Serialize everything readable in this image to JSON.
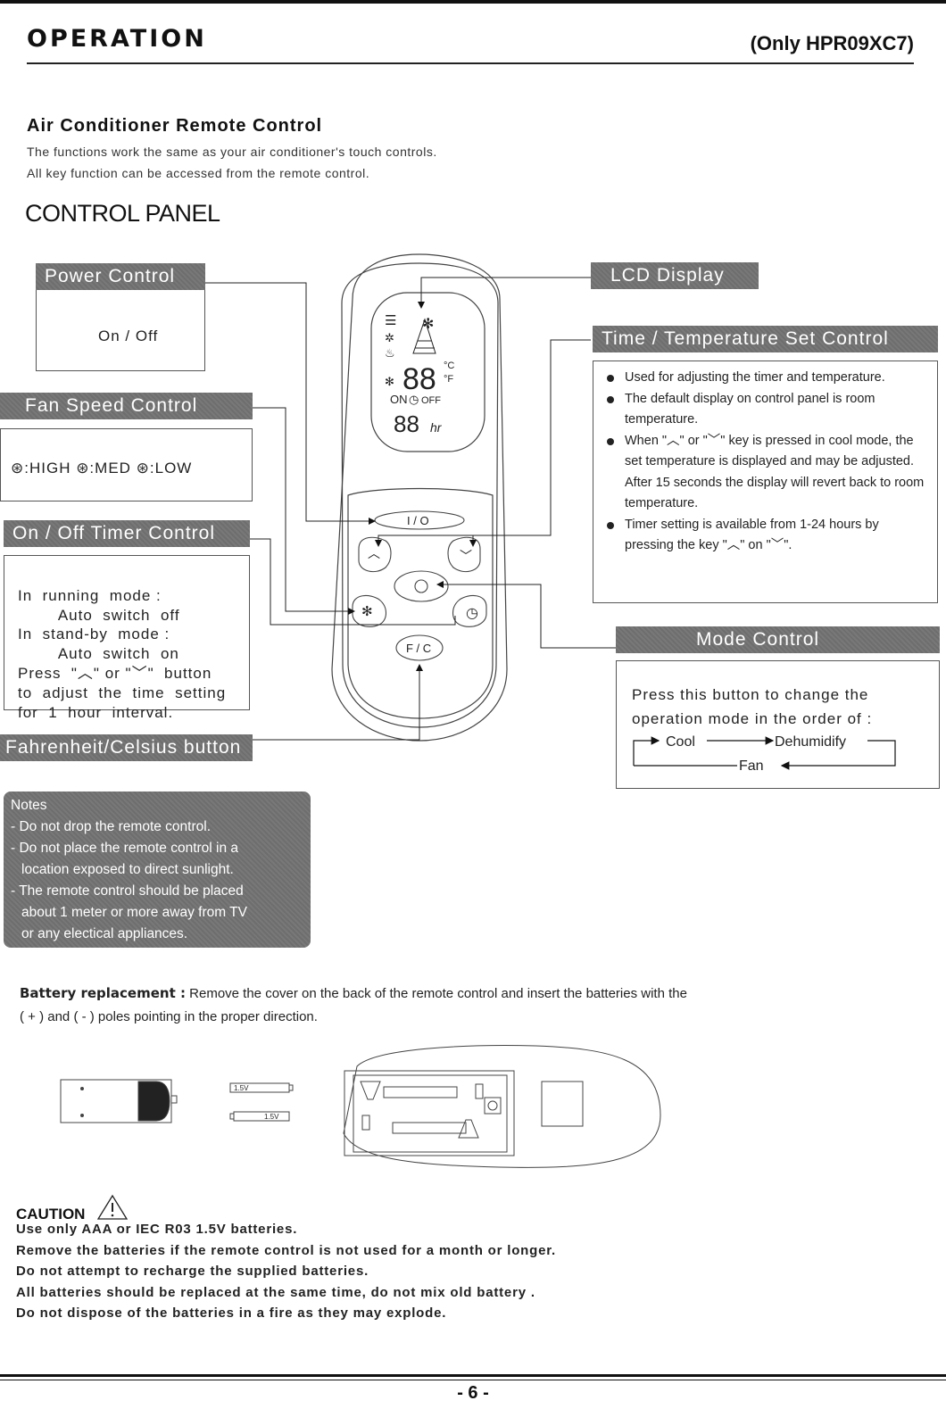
{
  "header": {
    "title": "OPERATION",
    "model": "(Only HPR09XC7)"
  },
  "section": {
    "title": "Air  Conditioner  Remote  Control",
    "intro": [
      "The  functions  work  the  same  as  your  air  conditioner's  touch  controls.",
      "All  key  function  can  be  accessed  from  the  remote  control."
    ],
    "panel_title": "CONTROL PANEL"
  },
  "power": {
    "tag": "Power  Control",
    "text": "On / Off"
  },
  "fan": {
    "tag": "Fan  Speed  Control",
    "text": "⊛:HIGH   ⊛:MED   ⊛:LOW"
  },
  "timer": {
    "tag": "On / Off  Timer  Control",
    "lines": [
      "In  running  mode :",
      "        Auto  switch  off",
      "In  stand-by  mode :",
      "        Auto  switch  on",
      "Press  \"︿\" or \"﹀\"  button",
      "to  adjust  the  time  setting",
      "for  1  hour  interval."
    ]
  },
  "fc": {
    "tag": "Fahrenheit/Celsius button"
  },
  "lcd": {
    "tag": "LCD Display"
  },
  "timetemp": {
    "tag": "Time  /  Temperature  Set  Control",
    "bullets": [
      "Used  for  adjusting  the  timer  and temperature.",
      "The  default  display  on  control  panel  is room  temperature.",
      "When  \"︿\" or  \"﹀\" key  is  pressed in cool  mode,  the  set  temperature  is displayed  and  may  be  adjusted.  After 15  seconds  the display  will  revert  back to  room  temperature.",
      "Timer setting is available from 1-24 hours by pressing the key \"︿\" on \"﹀\"."
    ]
  },
  "mode": {
    "tag": "Mode  Control",
    "text": "Press  this  button  to  change  the operation  mode  in  the  order  of :",
    "cool": "Cool",
    "dehumidify": "Dehumidify",
    "fanmode": "Fan"
  },
  "remote": {
    "lcd_left": "ON",
    "lcd_right": "OFF",
    "lcd_hr": "hr",
    "io": "I / O",
    "fc": "F / C",
    "deg_c": "°C",
    "deg_f": "°F"
  },
  "notes": {
    "lines": [
      "Notes",
      "- Do  not  drop  the  remote  control.",
      "- Do  not  place  the  remote  control  in  a",
      "  location  exposed  to  direct  sunlight.",
      "- The  remote  control  should  be  placed",
      "  about 1 meter  or  more  away  from  TV",
      "  or  any  electical  appliances."
    ]
  },
  "battery": {
    "label": "Battery replacement :",
    "line1": " Remove  the  cover  on  the  back  of  the  remote  control  and  insert  the  batteries  with  the",
    "line2": "( + ) and  ( - ) poles  pointing  in  the  proper  direction."
  },
  "battery_fig": {
    "label_top": "1.5V",
    "label_bottom": "1.5V"
  },
  "caution": {
    "title": "CAUTION",
    "lines": [
      "Use  only  AAA  or  IEC  R03  1.5V  batteries.",
      "Remove  the  batteries  if  the  remote  control  is  not  used  for  a  month  or  longer.",
      "Do  not  attempt  to  recharge  the  supplied  batteries.",
      "All  batteries  should  be  replaced  at  the  same  time, do not mix old battery .",
      "Do  not  dispose  of  the  batteries  in  a  fire  as  they  may  explode."
    ]
  },
  "footer": {
    "page": "- 6 -"
  }
}
